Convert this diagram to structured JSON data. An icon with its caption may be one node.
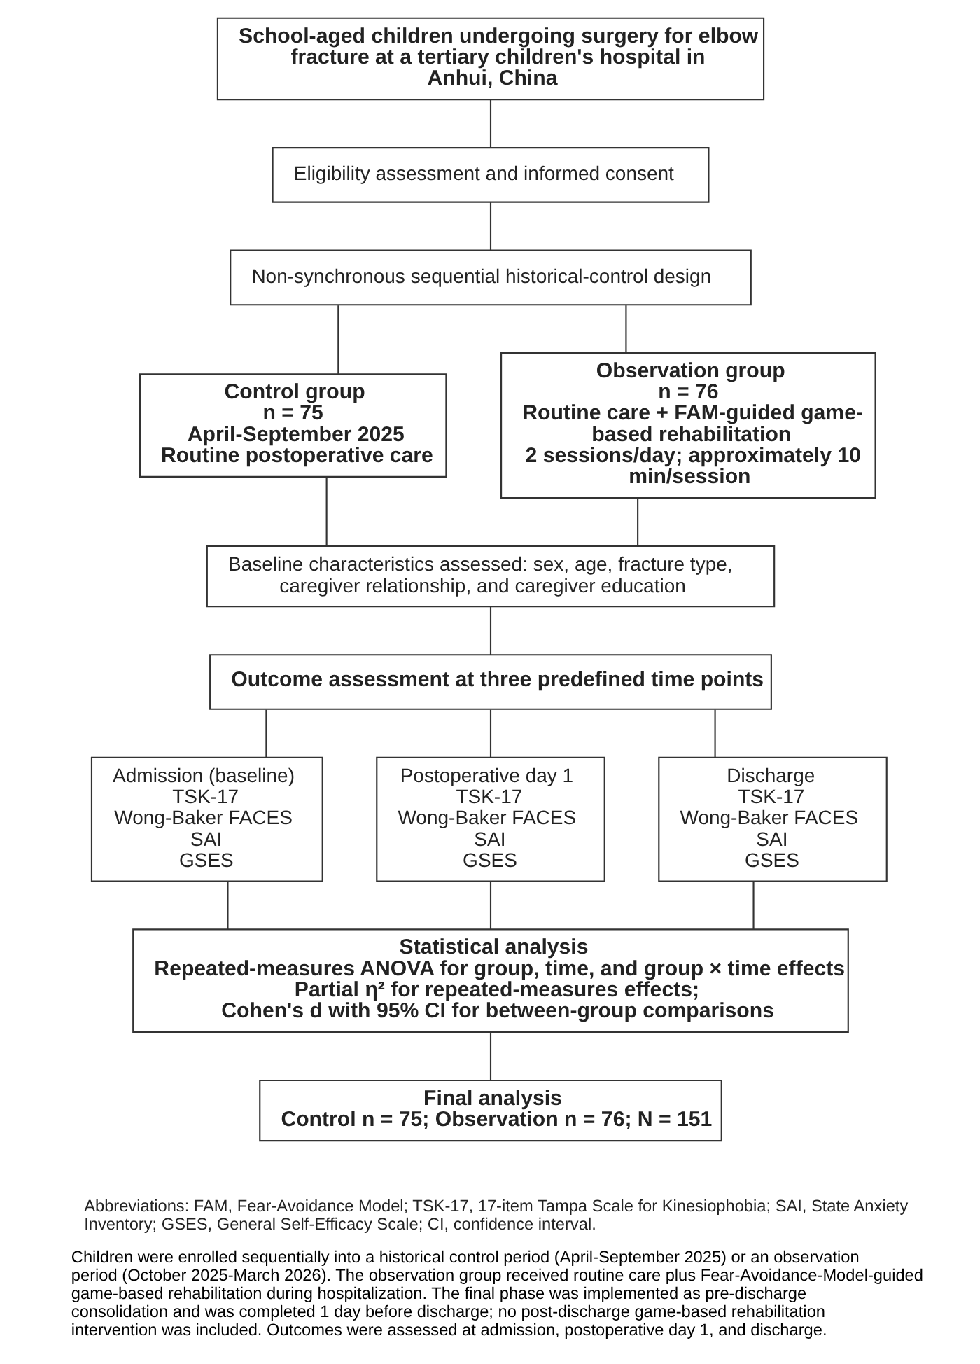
{
  "diagram": {
    "caption": "Children were enrolled sequentially into a historical control period (April-September 2025) or an observation period (October 2025-March 2026). The observation group received routine care plus Fear-Avoidance-Model-guided game-based rehabilitation during hospitalization. The final phase was implemented as pre-discharge consolidation and was completed 1 day before discharge; no post-discharge game-based rehabilitation intervention was included. Outcomes were assessed at admission, postoperative day 1, and discharge.",
    "nodes": [
      {
        "text": [
          "School-aged children undergoing surgery for elbow fracture at a tertiary children's hospital in Anhui, China"
        ]
      },
      {
        "text": [
          "Eligibility assessment and informed consent"
        ]
      },
      {
        "text": [
          "Non-synchronous sequential historical-control design"
        ]
      },
      {
        "text": [
          "Control group",
          "n = 75",
          "April-September 2025",
          "Routine postoperative care"
        ]
      },
      {
        "text": [
          "Observation group",
          "n = 76",
          "Routine care + FAM-guided game-based rehabilitation",
          "2 sessions/day; approximately 10 min/session"
        ]
      },
      {
        "text": [
          "Baseline characteristics assessed: sex, age, fracture type, caregiver relationship, and caregiver education"
        ]
      },
      {
        "text": [
          "Outcome assessment at three predefined time points"
        ]
      },
      {
        "text": [
          "Admission (baseline)",
          "TSK-17",
          "Wong-Baker FACES",
          "SAI",
          "GSES"
        ]
      },
      {
        "text": [
          "Postoperative day 1",
          "TSK-17",
          "Wong-Baker FACES",
          "SAI",
          "GSES"
        ]
      },
      {
        "text": [
          "Discharge",
          "TSK-17",
          "Wong-Baker FACES",
          "SAI",
          "GSES"
        ]
      },
      {
        "text": [
          "Statistical analysis",
          "Repeated-measures ANOVA for group, time, and group × time effects",
          "Partial η² for repeated-measures effects;",
          "Cohen's d with 95% CI for between-group comparisons"
        ]
      },
      {
        "text": [
          "Final analysis",
          "Control n = 75; Observation n = 76; N = 151"
        ]
      }
    ],
    "edges": [
      {
        "from": 0,
        "to": 1,
        "arrow": "none"
      },
      {
        "from": 1,
        "to": 2,
        "arrow": "none"
      },
      {
        "from": 2,
        "to": 3,
        "arrow": "none"
      },
      {
        "from": 2,
        "to": 4,
        "arrow": "none"
      },
      {
        "from": 3,
        "to": 5,
        "arrow": "none"
      },
      {
        "from": 4,
        "to": 5,
        "arrow": "none"
      },
      {
        "from": 5,
        "to": 6,
        "arrow": "none"
      },
      {
        "from": 6,
        "to": 7,
        "arrow": "none"
      },
      {
        "from": 6,
        "to": 8,
        "arrow": "none"
      },
      {
        "from": 6,
        "to": 9,
        "arrow": "none"
      },
      {
        "from": 7,
        "to": 10,
        "arrow": "none"
      },
      {
        "from": 8,
        "to": 10,
        "arrow": "none"
      },
      {
        "from": 9,
        "to": 10,
        "arrow": "none"
      },
      {
        "from": 10,
        "to": 11,
        "arrow": "none"
      }
    ],
    "labels": [
      "Abbreviations: FAM, Fear-Avoidance Model; TSK-17, 17-item Tampa Scale for Kinesiophobia; SAI, State Anxiety Inventory; GSES, General Self-Efficacy Scale; CI, confidence interval."
    ]
  }
}
